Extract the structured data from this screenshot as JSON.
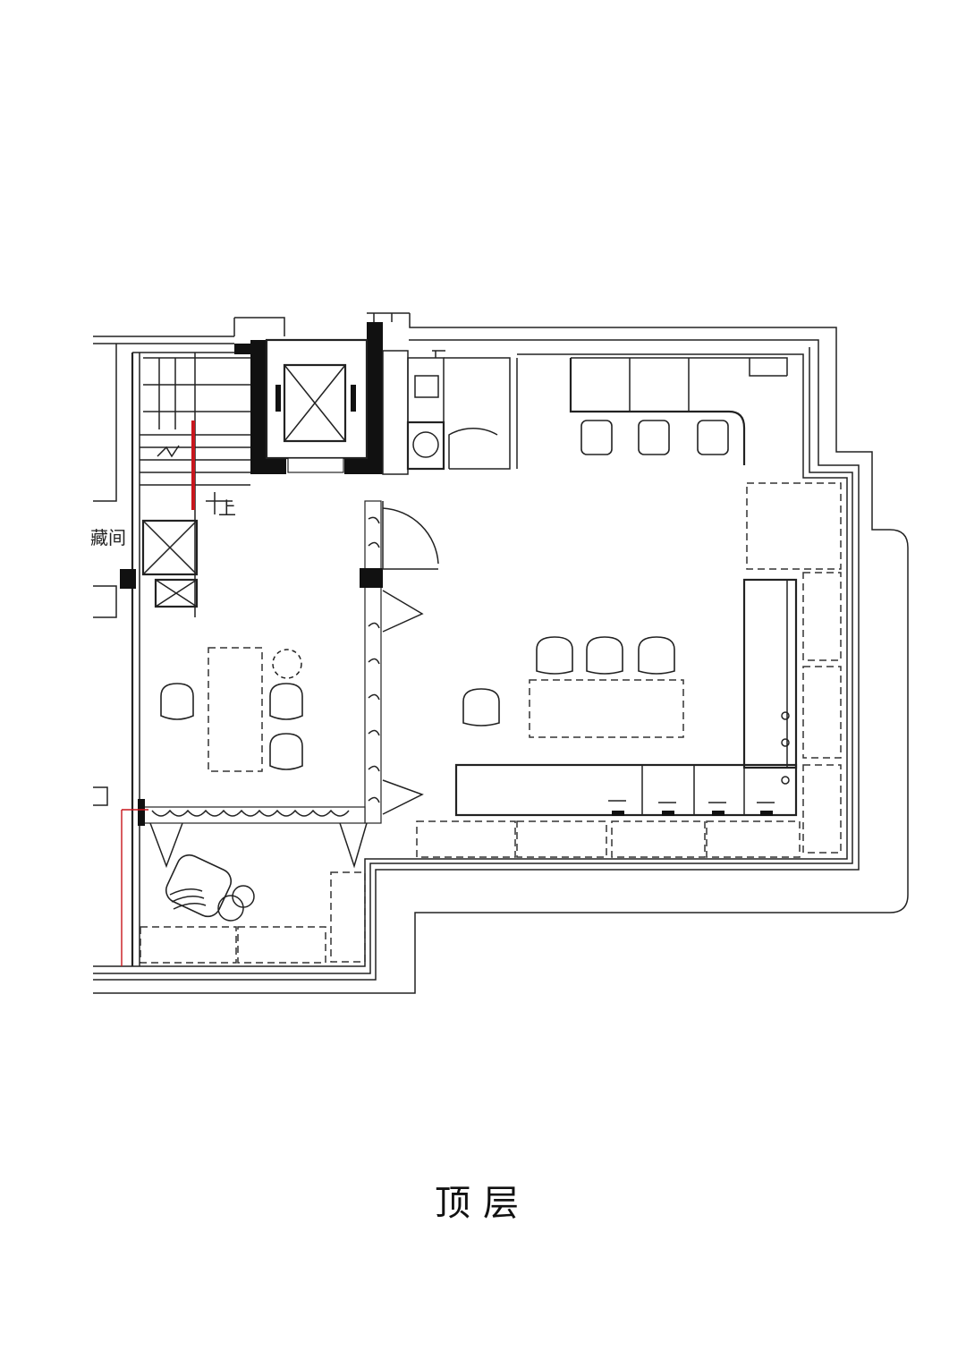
{
  "plan": {
    "title": "顶层",
    "rooms": {
      "storage_label": "藏间"
    },
    "stair_marker": "上"
  },
  "colors": {
    "line": "#222222",
    "wall_fill": "#111111",
    "accent_red": "#c8161d",
    "background": "#ffffff"
  }
}
